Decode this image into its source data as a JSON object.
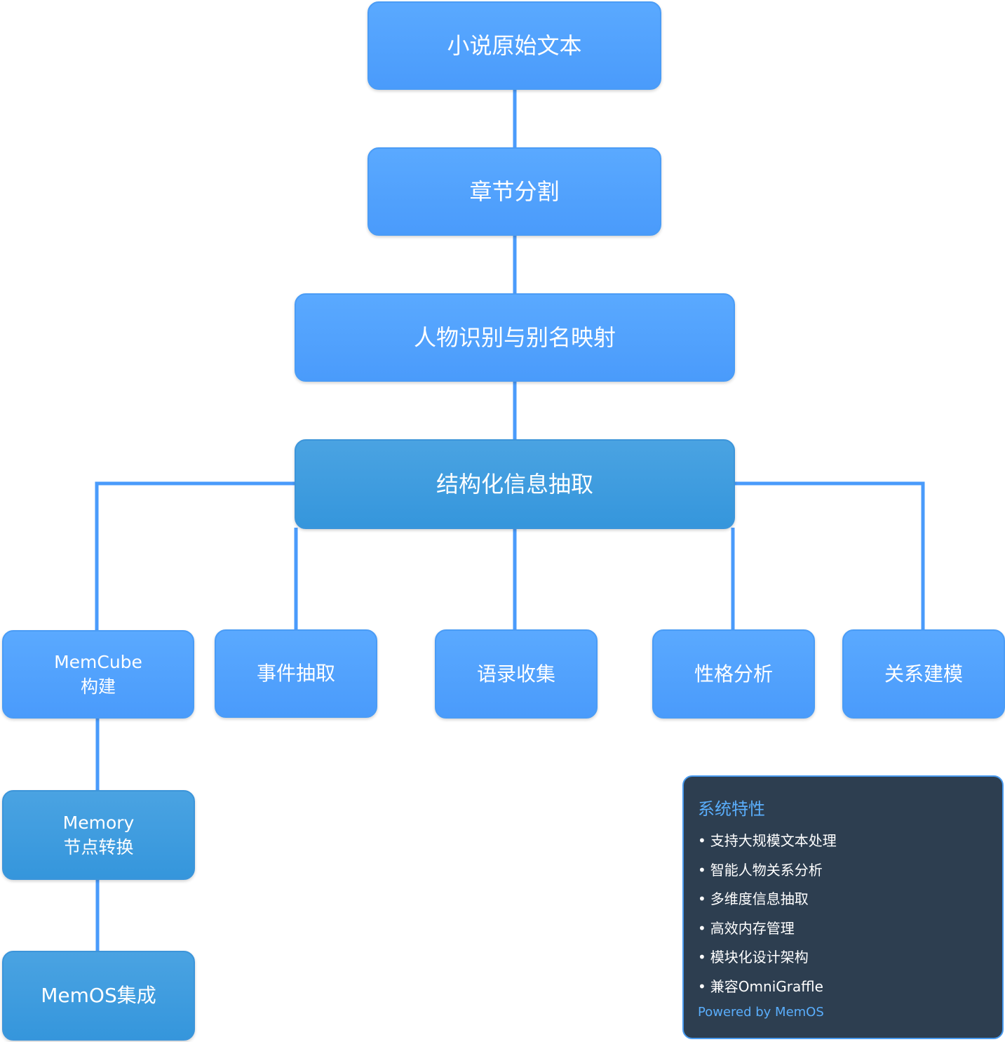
{
  "nodes": {
    "source": "小说原始文本",
    "chapter": "章节分割",
    "character": "人物识别与别名映射",
    "extraction": "结构化信息抽取",
    "memcube_line1": "MemCube",
    "memcube_line2": "构建",
    "event": "事件抽取",
    "quote": "语录收集",
    "personality": "性格分析",
    "relation": "关系建模",
    "memory_line1": "Memory",
    "memory_line2": "节点转换",
    "memos": "MemOS集成"
  },
  "panel": {
    "title": "系统特性",
    "items": [
      "支持大规模文本处理",
      "智能人物关系分析",
      "多维度信息抽取",
      "高效内存管理",
      "模块化设计架构",
      "兼容OmniGraffle"
    ],
    "bullet": "•",
    "footer": "Powered by MemOS"
  },
  "colors": {
    "node_light": "#4a9bfb",
    "node_dark": "#3596dc",
    "connector": "#4a9bfb",
    "panel_bg": "#2d3e50",
    "panel_accent": "#5aaefc"
  }
}
